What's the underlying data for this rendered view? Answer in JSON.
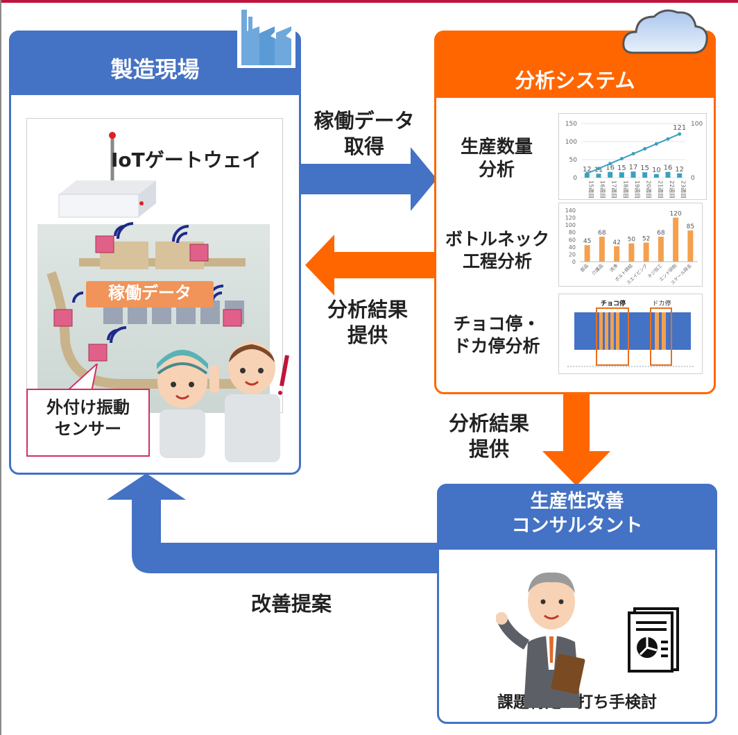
{
  "colors": {
    "blue": "#4472c4",
    "orange": "#ff6600",
    "bar_teal": "#3aa0c0",
    "bar_orange": "#f4a04f",
    "accent_red": "#c0143c"
  },
  "factory": {
    "title": "製造現場",
    "gateway_label": "IoTゲートウェイ",
    "data_label": "稼働データ",
    "sensor_label": "外付け振動\nセンサー"
  },
  "analysis": {
    "title": "分析システム",
    "items": [
      {
        "label": "生産数量\n分析"
      },
      {
        "label": "ボトルネック\n工程分析"
      },
      {
        "label": "チョコ停・\nドカ停分析"
      }
    ]
  },
  "consultant": {
    "title": "生産性改善\nコンサルタント",
    "caption": "課題特定・打ち手検討"
  },
  "arrows": {
    "to_analysis": "稼働データ\n取得",
    "to_factory": "分析結果\n提供",
    "to_consultant": "分析結果\n提供",
    "improvement": "改善提案"
  },
  "chart_data": [
    {
      "type": "bar+line",
      "ylim": [
        0,
        150
      ],
      "y2max": 100,
      "y_ticks": [
        "150",
        "100",
        "50",
        "0"
      ],
      "y2_ticks": [
        "100",
        "0"
      ],
      "bar_values": [
        12,
        11,
        16,
        15,
        17,
        15,
        10,
        16,
        12
      ],
      "line_points": 9,
      "line_end_label": "121",
      "x_labels": [
        "15週目",
        "16週目",
        "17週目",
        "18週目",
        "19週目",
        "20週目",
        "21週目",
        "22週目",
        "23週目"
      ]
    },
    {
      "type": "bar",
      "ylim": [
        0,
        140
      ],
      "y_ticks": [
        "140",
        "120",
        "100",
        "80",
        "60",
        "40",
        "20",
        "0"
      ],
      "values": [
        45,
        68,
        42,
        50,
        52,
        68,
        120,
        85
      ],
      "categories": [
        "部品",
        "介護品",
        "洗浄",
        "ボルト締結",
        "スエイビング",
        "ネジ加工",
        "エンド研削",
        "スケール除去"
      ]
    },
    {
      "type": "timeline",
      "labels": [
        "チョコ停",
        "ドカ停"
      ]
    }
  ]
}
